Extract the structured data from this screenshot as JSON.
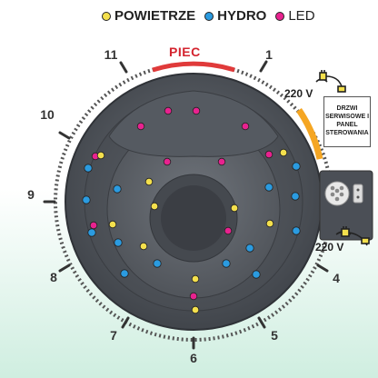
{
  "legend": {
    "items": [
      {
        "label": "POWIETRZE",
        "color": "#f4e04d"
      },
      {
        "label": "HYDRO",
        "color": "#2b9be0"
      },
      {
        "label": "LED",
        "color": "#e8228f"
      }
    ]
  },
  "furnace_label": "PIEC",
  "clock_labels": {
    "n1": "1",
    "n4": "4",
    "n5": "5",
    "n6": "6",
    "n7": "7",
    "n8": "8",
    "n9": "9",
    "n10": "10",
    "n11": "11"
  },
  "voltage_top": "220 V",
  "voltage_bottom": "220 V",
  "service_panel": {
    "line1": "DRZWI",
    "line2": "SERWISOWE I",
    "line3": "PANEL",
    "line4": "STEROWANIA"
  },
  "colors": {
    "tub_dark": "#4b4f56",
    "tub_mid": "#6a6f77",
    "furnace_red": "#e03a3a",
    "panel_orange": "#f5a623",
    "powietrze": "#f4e04d",
    "hydro": "#2b9be0",
    "led": "#e8228f"
  }
}
